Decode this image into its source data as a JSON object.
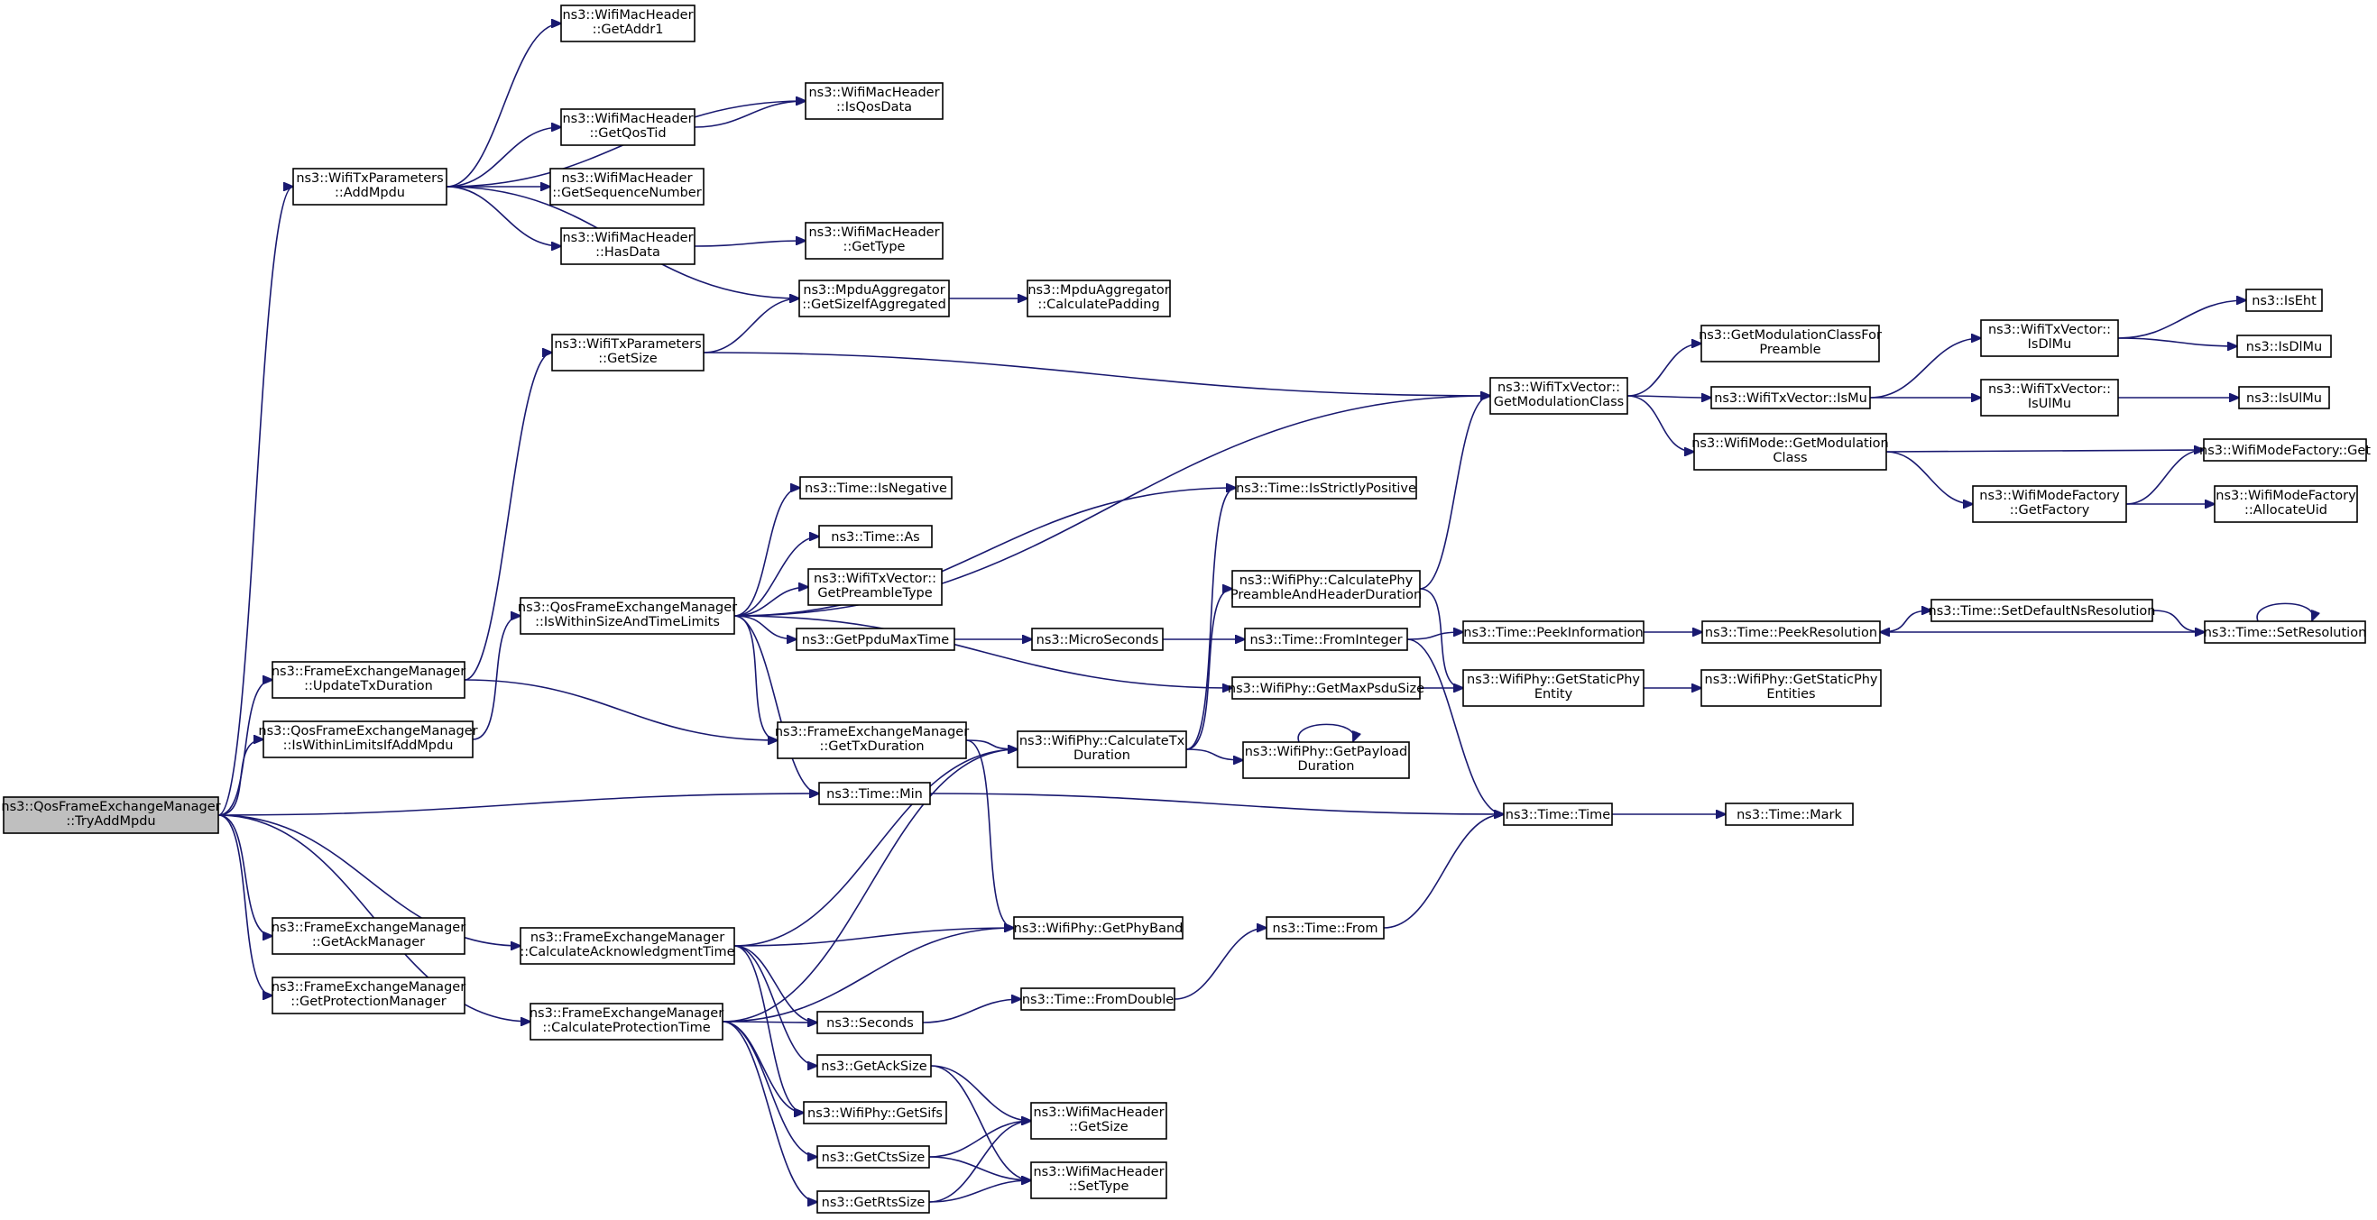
{
  "graph": {
    "nodes": [
      {
        "id": "root",
        "lines": [
          "ns3::QosFrameExchangeManager",
          "::TryAddMpdu"
        ],
        "highlight": true
      },
      {
        "id": "addMpdu",
        "lines": [
          "ns3::WifiTxParameters",
          "::AddMpdu"
        ]
      },
      {
        "id": "getAddr1",
        "lines": [
          "ns3::WifiMacHeader",
          "::GetAddr1"
        ]
      },
      {
        "id": "isQosData",
        "lines": [
          "ns3::WifiMacHeader",
          "::IsQosData"
        ]
      },
      {
        "id": "getQosTid",
        "lines": [
          "ns3::WifiMacHeader",
          "::GetQosTid"
        ]
      },
      {
        "id": "getSeqNum",
        "lines": [
          "ns3::WifiMacHeader",
          "::GetSequenceNumber"
        ]
      },
      {
        "id": "hasData",
        "lines": [
          "ns3::WifiMacHeader",
          "::HasData"
        ]
      },
      {
        "id": "getType",
        "lines": [
          "ns3::WifiMacHeader",
          "::GetType"
        ]
      },
      {
        "id": "getSizeIfAgg",
        "lines": [
          "ns3::MpduAggregator",
          "::GetSizeIfAggregated"
        ]
      },
      {
        "id": "calcPadding",
        "lines": [
          "ns3::MpduAggregator",
          "::CalculatePadding"
        ]
      },
      {
        "id": "txParamsGetSize",
        "lines": [
          "ns3::WifiTxParameters",
          "::GetSize"
        ]
      },
      {
        "id": "getModClass",
        "lines": [
          "ns3::WifiTxVector::",
          "GetModulationClass"
        ]
      },
      {
        "id": "getModClassForPreamble",
        "lines": [
          "ns3::GetModulationClassFor",
          "Preamble"
        ]
      },
      {
        "id": "isMu",
        "lines": [
          "ns3::WifiTxVector::IsMu"
        ]
      },
      {
        "id": "isDlMuVec",
        "lines": [
          "ns3::WifiTxVector::",
          "IsDlMu"
        ]
      },
      {
        "id": "isUlMuVec",
        "lines": [
          "ns3::WifiTxVector::",
          "IsUlMu"
        ]
      },
      {
        "id": "isEht",
        "lines": [
          "ns3::IsEht"
        ]
      },
      {
        "id": "isDlMu",
        "lines": [
          "ns3::IsDlMu"
        ]
      },
      {
        "id": "isUlMu",
        "lines": [
          "ns3::IsUlMu"
        ]
      },
      {
        "id": "wifiModeGetModClass",
        "lines": [
          "ns3::WifiMode::GetModulation",
          "Class"
        ]
      },
      {
        "id": "factoryGet",
        "lines": [
          "ns3::WifiModeFactory::Get"
        ]
      },
      {
        "id": "getFactory",
        "lines": [
          "ns3::WifiModeFactory",
          "::GetFactory"
        ]
      },
      {
        "id": "allocateUid",
        "lines": [
          "ns3::WifiModeFactory",
          "::AllocateUid"
        ]
      },
      {
        "id": "isStrictlyPositive",
        "lines": [
          "ns3::Time::IsStrictlyPositive"
        ]
      },
      {
        "id": "isNegative",
        "lines": [
          "ns3::Time::IsNegative"
        ]
      },
      {
        "id": "timeAs",
        "lines": [
          "ns3::Time::As"
        ]
      },
      {
        "id": "getPreambleType",
        "lines": [
          "ns3::WifiTxVector::",
          "GetPreambleType"
        ]
      },
      {
        "id": "isWithinSize",
        "lines": [
          "ns3::QosFrameExchangeManager",
          "::IsWithinSizeAndTimeLimits"
        ]
      },
      {
        "id": "getPpduMaxTime",
        "lines": [
          "ns3::GetPpduMaxTime"
        ]
      },
      {
        "id": "microSeconds",
        "lines": [
          "ns3::MicroSeconds"
        ]
      },
      {
        "id": "calcPhyPreamble",
        "lines": [
          "ns3::WifiPhy::CalculatePhy",
          "PreambleAndHeaderDuration"
        ]
      },
      {
        "id": "fromInteger",
        "lines": [
          "ns3::Time::FromInteger"
        ]
      },
      {
        "id": "peekInformation",
        "lines": [
          "ns3::Time::PeekInformation"
        ]
      },
      {
        "id": "peekResolution",
        "lines": [
          "ns3::Time::PeekResolution"
        ]
      },
      {
        "id": "setDefaultNsRes",
        "lines": [
          "ns3::Time::SetDefaultNsResolution"
        ]
      },
      {
        "id": "setResolution",
        "lines": [
          "ns3::Time::SetResolution"
        ]
      },
      {
        "id": "updateTxDuration",
        "lines": [
          "ns3::FrameExchangeManager",
          "::UpdateTxDuration"
        ]
      },
      {
        "id": "isWithinLimits",
        "lines": [
          "ns3::QosFrameExchangeManager",
          "::IsWithinLimitsIfAddMpdu"
        ]
      },
      {
        "id": "getMaxPsduSize",
        "lines": [
          "ns3::WifiPhy::GetMaxPsduSize"
        ]
      },
      {
        "id": "getStaticPhyEntity",
        "lines": [
          "ns3::WifiPhy::GetStaticPhy",
          "Entity"
        ]
      },
      {
        "id": "getStaticPhyEntities",
        "lines": [
          "ns3::WifiPhy::GetStaticPhy",
          "Entities"
        ]
      },
      {
        "id": "femGetTxDuration",
        "lines": [
          "ns3::FrameExchangeManager",
          "::GetTxDuration"
        ]
      },
      {
        "id": "calcTxDuration",
        "lines": [
          "ns3::WifiPhy::CalculateTx",
          "Duration"
        ]
      },
      {
        "id": "getPayloadDuration",
        "lines": [
          "ns3::WifiPhy::GetPayload",
          "Duration"
        ]
      },
      {
        "id": "timeMin",
        "lines": [
          "ns3::Time::Min"
        ]
      },
      {
        "id": "timeTime",
        "lines": [
          "ns3::Time::Time"
        ]
      },
      {
        "id": "timeMark",
        "lines": [
          "ns3::Time::Mark"
        ]
      },
      {
        "id": "getAckManager",
        "lines": [
          "ns3::FrameExchangeManager",
          "::GetAckManager"
        ]
      },
      {
        "id": "getProtectionManager",
        "lines": [
          "ns3::FrameExchangeManager",
          "::GetProtectionManager"
        ]
      },
      {
        "id": "calcAckTime",
        "lines": [
          "ns3::FrameExchangeManager",
          "::CalculateAcknowledgmentTime"
        ]
      },
      {
        "id": "getPhyBand",
        "lines": [
          "ns3::WifiPhy::GetPhyBand"
        ]
      },
      {
        "id": "timeFrom",
        "lines": [
          "ns3::Time::From"
        ]
      },
      {
        "id": "calcProtTime",
        "lines": [
          "ns3::FrameExchangeManager",
          "::CalculateProtectionTime"
        ]
      },
      {
        "id": "seconds",
        "lines": [
          "ns3::Seconds"
        ]
      },
      {
        "id": "fromDouble",
        "lines": [
          "ns3::Time::FromDouble"
        ]
      },
      {
        "id": "getAckSize",
        "lines": [
          "ns3::GetAckSize"
        ]
      },
      {
        "id": "getSifs",
        "lines": [
          "ns3::WifiPhy::GetSifs"
        ]
      },
      {
        "id": "macHeaderGetSize",
        "lines": [
          "ns3::WifiMacHeader",
          "::GetSize"
        ]
      },
      {
        "id": "getCtsSize",
        "lines": [
          "ns3::GetCtsSize"
        ]
      },
      {
        "id": "setType",
        "lines": [
          "ns3::WifiMacHeader",
          "::SetType"
        ]
      },
      {
        "id": "getRtsSize",
        "lines": [
          "ns3::GetRtsSize"
        ]
      }
    ],
    "edges": [
      [
        "root",
        "addMpdu"
      ],
      [
        "root",
        "updateTxDuration"
      ],
      [
        "root",
        "isWithinLimits"
      ],
      [
        "root",
        "timeMin"
      ],
      [
        "root",
        "getAckManager"
      ],
      [
        "root",
        "getProtectionManager"
      ],
      [
        "root",
        "calcAckTime"
      ],
      [
        "root",
        "calcProtTime"
      ],
      [
        "addMpdu",
        "getAddr1"
      ],
      [
        "addMpdu",
        "isQosData"
      ],
      [
        "addMpdu",
        "getQosTid"
      ],
      [
        "addMpdu",
        "getSeqNum"
      ],
      [
        "addMpdu",
        "hasData"
      ],
      [
        "addMpdu",
        "getSizeIfAgg"
      ],
      [
        "getQosTid",
        "isQosData"
      ],
      [
        "hasData",
        "getType"
      ],
      [
        "getSizeIfAgg",
        "calcPadding"
      ],
      [
        "txParamsGetSize",
        "getSizeIfAgg"
      ],
      [
        "txParamsGetSize",
        "getModClass"
      ],
      [
        "getModClass",
        "getModClassForPreamble"
      ],
      [
        "getModClass",
        "isMu"
      ],
      [
        "getModClass",
        "wifiModeGetModClass"
      ],
      [
        "isMu",
        "isDlMuVec"
      ],
      [
        "isMu",
        "isUlMuVec"
      ],
      [
        "isDlMuVec",
        "isEht"
      ],
      [
        "isDlMuVec",
        "isDlMu"
      ],
      [
        "isUlMuVec",
        "isUlMu"
      ],
      [
        "wifiModeGetModClass",
        "factoryGet"
      ],
      [
        "wifiModeGetModClass",
        "getFactory"
      ],
      [
        "getFactory",
        "factoryGet"
      ],
      [
        "getFactory",
        "allocateUid"
      ],
      [
        "isWithinSize",
        "getModClass"
      ],
      [
        "isWithinSize",
        "isStrictlyPositive"
      ],
      [
        "isWithinSize",
        "isNegative"
      ],
      [
        "isWithinSize",
        "timeAs"
      ],
      [
        "isWithinSize",
        "getPreambleType"
      ],
      [
        "isWithinSize",
        "getPpduMaxTime"
      ],
      [
        "isWithinSize",
        "getMaxPsduSize"
      ],
      [
        "isWithinSize",
        "femGetTxDuration"
      ],
      [
        "isWithinSize",
        "timeMin"
      ],
      [
        "getPpduMaxTime",
        "microSeconds"
      ],
      [
        "microSeconds",
        "fromInteger"
      ],
      [
        "fromInteger",
        "peekInformation"
      ],
      [
        "fromInteger",
        "timeTime"
      ],
      [
        "peekInformation",
        "peekResolution"
      ],
      [
        "peekResolution",
        "setDefaultNsRes"
      ],
      [
        "setDefaultNsRes",
        "setResolution"
      ],
      [
        "setResolution",
        "peekResolution"
      ],
      [
        "setResolution",
        "setResolution"
      ],
      [
        "calcPhyPreamble",
        "getModClass"
      ],
      [
        "calcPhyPreamble",
        "getStaticPhyEntity"
      ],
      [
        "getMaxPsduSize",
        "getStaticPhyEntity"
      ],
      [
        "getStaticPhyEntity",
        "getStaticPhyEntities"
      ],
      [
        "updateTxDuration",
        "txParamsGetSize"
      ],
      [
        "updateTxDuration",
        "femGetTxDuration"
      ],
      [
        "isWithinLimits",
        "isWithinSize"
      ],
      [
        "femGetTxDuration",
        "calcTxDuration"
      ],
      [
        "femGetTxDuration",
        "getPhyBand"
      ],
      [
        "calcTxDuration",
        "isStrictlyPositive"
      ],
      [
        "calcTxDuration",
        "calcPhyPreamble"
      ],
      [
        "calcTxDuration",
        "getPayloadDuration"
      ],
      [
        "getPayloadDuration",
        "getPayloadDuration"
      ],
      [
        "timeMin",
        "timeTime"
      ],
      [
        "timeTime",
        "timeMark"
      ],
      [
        "calcAckTime",
        "calcTxDuration"
      ],
      [
        "calcAckTime",
        "getPhyBand"
      ],
      [
        "calcAckTime",
        "seconds"
      ],
      [
        "calcAckTime",
        "getAckSize"
      ],
      [
        "calcAckTime",
        "getSifs"
      ],
      [
        "calcProtTime",
        "calcTxDuration"
      ],
      [
        "calcProtTime",
        "getPhyBand"
      ],
      [
        "calcProtTime",
        "seconds"
      ],
      [
        "calcProtTime",
        "getSifs"
      ],
      [
        "calcProtTime",
        "getCtsSize"
      ],
      [
        "calcProtTime",
        "getRtsSize"
      ],
      [
        "timeFrom",
        "timeTime"
      ],
      [
        "fromDouble",
        "timeFrom"
      ],
      [
        "seconds",
        "fromDouble"
      ],
      [
        "getAckSize",
        "macHeaderGetSize"
      ],
      [
        "getAckSize",
        "setType"
      ],
      [
        "getCtsSize",
        "macHeaderGetSize"
      ],
      [
        "getCtsSize",
        "setType"
      ],
      [
        "getRtsSize",
        "macHeaderGetSize"
      ],
      [
        "getRtsSize",
        "setType"
      ]
    ]
  }
}
